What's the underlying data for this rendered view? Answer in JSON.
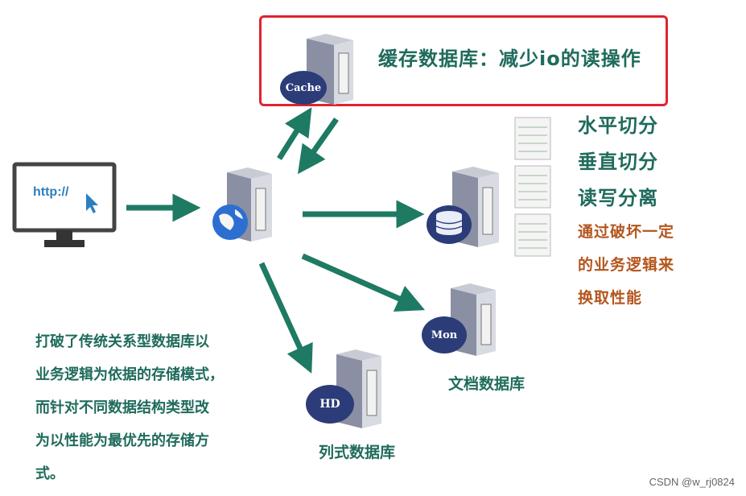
{
  "cache": {
    "label": "缓存数据库：减少io的读操作",
    "badge": "Cache"
  },
  "browser": {
    "url": "http://"
  },
  "mysql_notes": {
    "line1": "水平切分",
    "line2": "垂直切分",
    "line3": "读写分离"
  },
  "tradeoff": {
    "line1": "通过破坏一定",
    "line2": "的业务逻辑来",
    "line3": "换取性能"
  },
  "mongo": {
    "badge": "Mon",
    "label": "文档数据库"
  },
  "hbase": {
    "badge": "HD",
    "label": "列式数据库"
  },
  "nosql_note": {
    "line1": "打破了传统关系型数据库以",
    "line2": "业务逻辑为依据的存储模式，",
    "line3": "而针对不同数据结构类型改",
    "line4": "为以性能为最优先的存储方",
    "line5": "式。"
  },
  "watermark": "CSDN @w_rj0824",
  "colors": {
    "arrow": "#1e7a63",
    "text_green": "#1f6b5c",
    "text_orange": "#b4561e",
    "highlight": "#e0232f",
    "badge": "#2c3c78"
  }
}
